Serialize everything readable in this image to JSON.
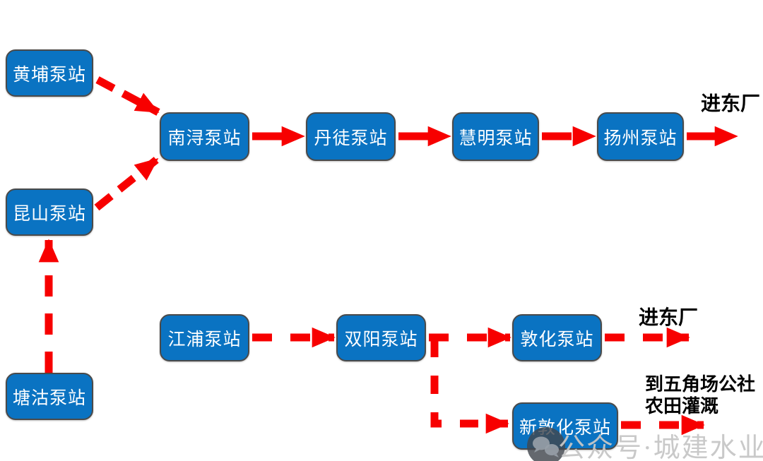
{
  "colors": {
    "node_fill": "#0a73c2",
    "node_border": "#4a4a4a",
    "node_text": "#ffffff",
    "arrow_red": "#f70000",
    "annotation_text": "#000000",
    "watermark_text": "#c6c6c6",
    "background": "#ffffff"
  },
  "diagram": {
    "nodes": [
      {
        "id": "huangpu",
        "label": "黄埔泵站"
      },
      {
        "id": "kunshan",
        "label": "昆山泵站"
      },
      {
        "id": "tanggu",
        "label": "塘沽泵站"
      },
      {
        "id": "nanxun",
        "label": "南浔泵站"
      },
      {
        "id": "dantu",
        "label": "丹徒泵站"
      },
      {
        "id": "huiming",
        "label": "慧明泵站"
      },
      {
        "id": "yangzhou",
        "label": "扬州泵站"
      },
      {
        "id": "jiangpu",
        "label": "江浦泵站"
      },
      {
        "id": "shuangyang",
        "label": "双阳泵站"
      },
      {
        "id": "dunhua",
        "label": "敦化泵站"
      },
      {
        "id": "xindunhua",
        "label": "新敦化泵站"
      }
    ],
    "annotations": {
      "east_plant_top": "进东厂",
      "east_plant_mid": "进东厂",
      "wujiaochang_line1": "到五角场公社",
      "wujiaochang_line2": "农田灌溉"
    },
    "connections": [
      "黄埔泵站→南浔泵站",
      "昆山泵站→南浔泵站",
      "塘沽泵站→昆山泵站",
      "南浔泵站→丹徒泵站",
      "丹徒泵站→慧明泵站",
      "慧明泵站→扬州泵站",
      "扬州泵站→进东厂",
      "江浦泵站→双阳泵站",
      "双阳泵站→敦化泵站",
      "敦化泵站→进东厂",
      "双阳泵站→新敦化泵站",
      "新敦化泵站→到五角场公社农田灌溉"
    ],
    "watermark": {
      "text": "公众号·城建水业",
      "icon": "wechat-icon"
    }
  }
}
